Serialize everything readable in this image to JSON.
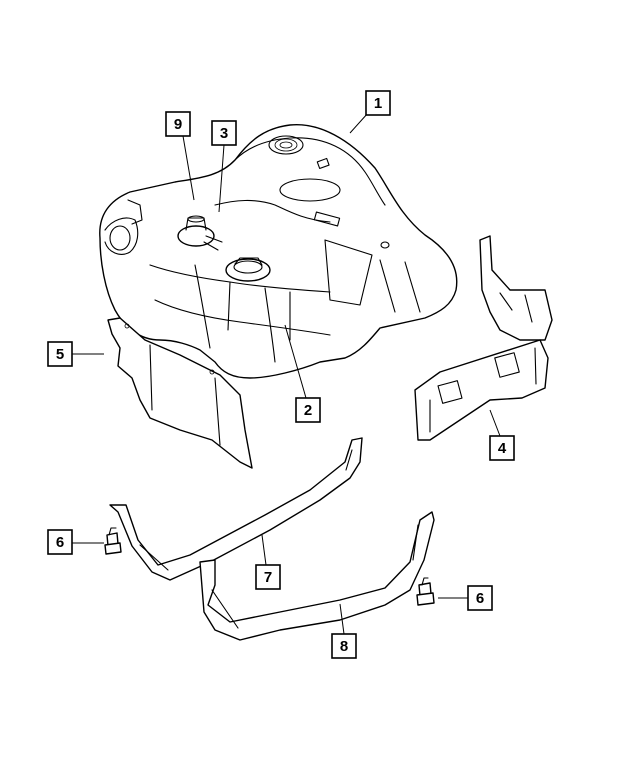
{
  "diagram": {
    "callouts": [
      {
        "id": "c1",
        "label": "1",
        "part": "fuel-tank"
      },
      {
        "id": "c2",
        "label": "2",
        "part": "fuel-pump-module"
      },
      {
        "id": "c3",
        "label": "3",
        "part": "tank-fitting"
      },
      {
        "id": "c4",
        "label": "4",
        "part": "heat-shield-right"
      },
      {
        "id": "c5",
        "label": "5",
        "part": "heat-shield-left"
      },
      {
        "id": "c6a",
        "label": "6",
        "part": "bolt"
      },
      {
        "id": "c6b",
        "label": "6",
        "part": "bolt"
      },
      {
        "id": "c7",
        "label": "7",
        "part": "tank-strap-front"
      },
      {
        "id": "c8",
        "label": "8",
        "part": "tank-strap-rear"
      },
      {
        "id": "c9",
        "label": "9",
        "part": "vent-line"
      }
    ]
  }
}
